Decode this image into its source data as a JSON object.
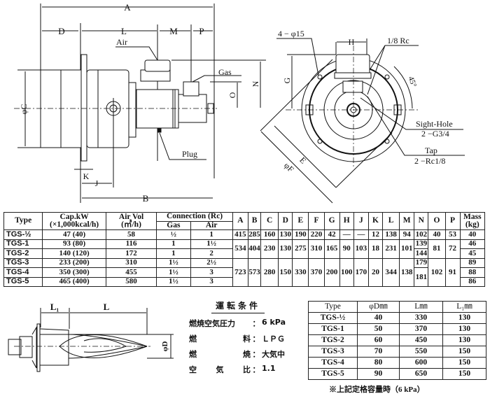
{
  "side_view": {
    "dims": {
      "A": "A",
      "B": "B",
      "C": "φC",
      "D": "D",
      "J": "J",
      "K": "K",
      "L": "L",
      "M": "M",
      "N": "N",
      "O": "O",
      "P": "P"
    },
    "labels": {
      "air": "Air",
      "gas": "Gas",
      "plug": "Plug"
    }
  },
  "front_view": {
    "dims": {
      "E": "E",
      "F": "φF",
      "G": "G",
      "H": "H",
      "angle": "45°"
    },
    "labels": {
      "holes": "4 − φ15",
      "rc": "1/8 Rc",
      "sight_hole": "Sight-Hole",
      "sight_hole_spec": "2 −G3/4",
      "tap": "Tap",
      "tap_spec": "2 −Rc1/8"
    }
  },
  "flame_view": {
    "dims": {
      "L1": "L₁",
      "L": "L",
      "D": "φD"
    }
  },
  "spec_table": {
    "headers": {
      "type": "Type",
      "cap": "Cap.kW",
      "cap_unit": "(×1,000kcal/h)",
      "air_vol": "Air Vol",
      "air_vol_unit": "(㎥/h)",
      "connection": "Connection (Rc)",
      "gas": "Gas",
      "air": "Air",
      "mass": "Mass",
      "mass_unit": "(kg)"
    },
    "dim_headers": [
      "A",
      "B",
      "C",
      "D",
      "E",
      "F",
      "G",
      "H",
      "J",
      "K",
      "L",
      "M",
      "N",
      "O",
      "P"
    ],
    "rows": [
      {
        "type": "TGS-½",
        "cap": "47 (40)",
        "air_vol": "58",
        "gas": "½",
        "air": "1",
        "mass": "40"
      },
      {
        "type": "TGS-1",
        "cap": "93 (80)",
        "air_vol": "116",
        "gas": "1",
        "air": "1½",
        "mass": "46"
      },
      {
        "type": "TGS-2",
        "cap": "140 (120)",
        "air_vol": "172",
        "gas": "1",
        "air": "2",
        "mass": "45"
      },
      {
        "type": "TGS-3",
        "cap": "233 (200)",
        "air_vol": "310",
        "gas": "1½",
        "air": "2½",
        "mass": "89"
      },
      {
        "type": "TGS-4",
        "cap": "350 (300)",
        "air_vol": "455",
        "gas": "1½",
        "air": "3",
        "mass": "88"
      },
      {
        "type": "TGS-5",
        "cap": "465 (400)",
        "air_vol": "580",
        "gas": "1½",
        "air": "3",
        "mass": "86"
      }
    ],
    "group1": {
      "A": "415",
      "B": "285",
      "C": "160",
      "D": "130",
      "E": "190",
      "F": "220",
      "G": "42",
      "H": "—",
      "J": "—",
      "K": "12",
      "L": "138",
      "M": "94",
      "N": "102",
      "O": "40",
      "P": "53"
    },
    "group2": {
      "A": "534",
      "B": "404",
      "C": "230",
      "D": "130",
      "E": "275",
      "F": "310",
      "G": "165",
      "H": "90",
      "J": "103",
      "K": "18",
      "L": "231",
      "M": "101",
      "N1": "139",
      "N2": "144",
      "O": "81",
      "P": "72"
    },
    "group3": {
      "A": "723",
      "B": "573",
      "C": "280",
      "D": "150",
      "E": "330",
      "F": "370",
      "G": "200",
      "H": "100",
      "J": "170",
      "K": "20",
      "L": "344",
      "M": "138",
      "N1": "179",
      "N2": "181",
      "O": "102",
      "P": "91"
    }
  },
  "conditions": {
    "title": "運転条件",
    "items": [
      {
        "k": [
          "燃焼空気圧力"
        ],
        "v": "6 kPa"
      },
      {
        "k": [
          "燃",
          "料"
        ],
        "v": "ＬＰＧ"
      },
      {
        "k": [
          "燃",
          "焼"
        ],
        "v": "大気中"
      },
      {
        "k": [
          "空",
          "気",
          "比"
        ],
        "v": "1.1"
      }
    ]
  },
  "dim_table": {
    "headers": [
      "Type",
      "φD㎜",
      "L㎜",
      "L₁㎜"
    ],
    "rows": [
      [
        "TGS-½",
        "40",
        "330",
        "130"
      ],
      [
        "TGS-1",
        "50",
        "370",
        "130"
      ],
      [
        "TGS-2",
        "60",
        "450",
        "130"
      ],
      [
        "TGS-3",
        "70",
        "550",
        "150"
      ],
      [
        "TGS-4",
        "80",
        "600",
        "150"
      ],
      [
        "TGS-5",
        "90",
        "650",
        "150"
      ]
    ],
    "note": "※上記定格容量時（6 kPa）"
  }
}
